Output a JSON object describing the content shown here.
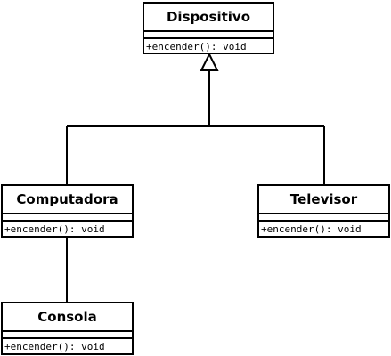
{
  "classes": {
    "dispositivo": {
      "name": "Dispositivo",
      "operation": "+encender(): void"
    },
    "computadora": {
      "name": "Computadora",
      "operation": "+encender(): void"
    },
    "televisor": {
      "name": "Televisor",
      "operation": "+encender(): void"
    },
    "consola": {
      "name": "Consola",
      "operation": "+encender(): void"
    }
  },
  "relationships": [
    {
      "type": "generalization",
      "from": [
        "Computadora",
        "Televisor"
      ],
      "to": "Dispositivo"
    },
    {
      "type": "association",
      "from": "Computadora",
      "to": "Consola"
    }
  ]
}
